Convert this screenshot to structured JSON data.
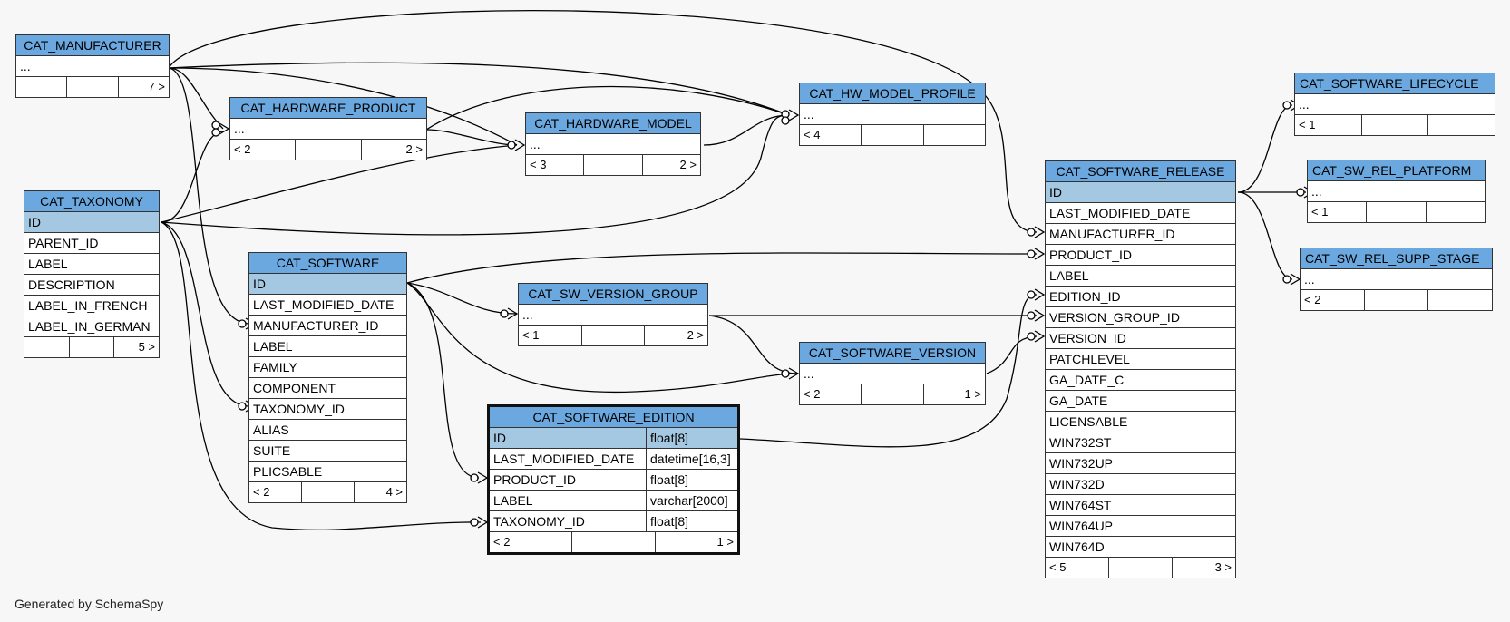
{
  "generated_by": "Generated by SchemaSpy",
  "colors": {
    "header": "#6aa8df",
    "pk_row": "#a5c8e2",
    "background": "#f7f7f7"
  },
  "tables": {
    "cat_manufacturer": {
      "name": "CAT_MANUFACTURER",
      "rows": [
        "..."
      ],
      "foot": [
        "",
        "",
        "7 >"
      ]
    },
    "cat_hardware_product": {
      "name": "CAT_HARDWARE_PRODUCT",
      "rows": [
        "..."
      ],
      "foot": [
        "< 2",
        "",
        "2 >"
      ]
    },
    "cat_hardware_model": {
      "name": "CAT_HARDWARE_MODEL",
      "rows": [
        "..."
      ],
      "foot": [
        "< 3",
        "",
        "2 >"
      ]
    },
    "cat_hw_model_profile": {
      "name": "CAT_HW_MODEL_PROFILE",
      "rows": [
        "..."
      ],
      "foot": [
        "< 4",
        "",
        ""
      ]
    },
    "cat_taxonomy": {
      "name": "CAT_TAXONOMY",
      "rows": [
        "ID",
        "PARENT_ID",
        "LABEL",
        "DESCRIPTION",
        "LABEL_IN_FRENCH",
        "LABEL_IN_GERMAN"
      ],
      "foot": [
        "",
        "",
        "5 >"
      ]
    },
    "cat_software": {
      "name": "CAT_SOFTWARE",
      "rows": [
        "ID",
        "LAST_MODIFIED_DATE",
        "MANUFACTURER_ID",
        "LABEL",
        "FAMILY",
        "COMPONENT",
        "TAXONOMY_ID",
        "ALIAS",
        "SUITE",
        "PLICSABLE"
      ],
      "foot": [
        "< 2",
        "",
        "4 >"
      ]
    },
    "cat_sw_version_group": {
      "name": "CAT_SW_VERSION_GROUP",
      "rows": [
        "..."
      ],
      "foot": [
        "< 1",
        "",
        "2 >"
      ]
    },
    "cat_software_version": {
      "name": "CAT_SOFTWARE_VERSION",
      "rows": [
        "..."
      ],
      "foot": [
        "< 2",
        "",
        "1 >"
      ]
    },
    "cat_software_edition": {
      "name": "CAT_SOFTWARE_EDITION",
      "rows": [
        {
          "name": "ID",
          "type": "float[8]"
        },
        {
          "name": "LAST_MODIFIED_DATE",
          "type": "datetime[16,3]"
        },
        {
          "name": "PRODUCT_ID",
          "type": "float[8]"
        },
        {
          "name": "LABEL",
          "type": "varchar[2000]"
        },
        {
          "name": "TAXONOMY_ID",
          "type": "float[8]"
        }
      ],
      "foot": [
        "< 2",
        "",
        "1 >"
      ]
    },
    "cat_software_release": {
      "name": "CAT_SOFTWARE_RELEASE",
      "rows": [
        "ID",
        "LAST_MODIFIED_DATE",
        "MANUFACTURER_ID",
        "PRODUCT_ID",
        "LABEL",
        "EDITION_ID",
        "VERSION_GROUP_ID",
        "VERSION_ID",
        "PATCHLEVEL",
        "GA_DATE_C",
        "GA_DATE",
        "LICENSABLE",
        "WIN732ST",
        "WIN732UP",
        "WIN732D",
        "WIN764ST",
        "WIN764UP",
        "WIN764D"
      ],
      "foot": [
        "< 5",
        "",
        "3 >"
      ]
    },
    "cat_software_lifecycle": {
      "name": "CAT_SOFTWARE_LIFECYCLE",
      "rows": [
        "..."
      ],
      "foot": [
        "< 1",
        "",
        ""
      ]
    },
    "cat_sw_rel_platform": {
      "name": "CAT_SW_REL_PLATFORM",
      "rows": [
        "..."
      ],
      "foot": [
        "< 1",
        "",
        ""
      ]
    },
    "cat_sw_rel_supp_stage": {
      "name": "CAT_SW_REL_SUPP_STAGE",
      "rows": [
        "..."
      ],
      "foot": [
        "< 2",
        "",
        ""
      ]
    }
  }
}
